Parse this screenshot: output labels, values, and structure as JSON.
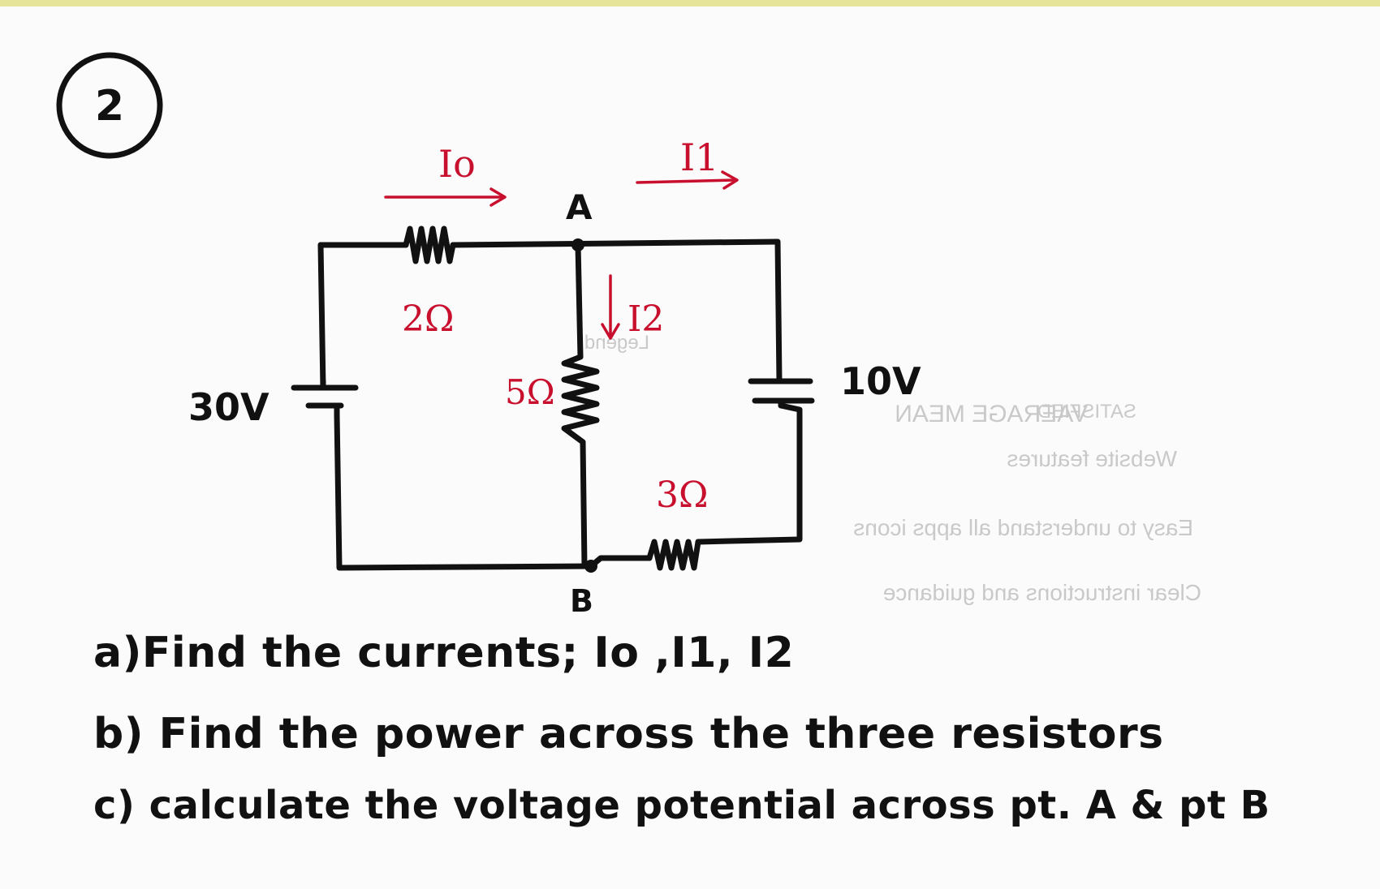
{
  "problem_number": "2",
  "circuit": {
    "node_a": "A",
    "node_b": "B",
    "source_left": "30V",
    "source_right": "10V",
    "resistor_top": "2Ω",
    "resistor_middle": "5Ω",
    "resistor_bottom": "3Ω",
    "current_0": "Io",
    "current_1": "I1",
    "current_2": "I2"
  },
  "questions": [
    "a)Find the currents; Io ,I1, I2",
    "b) Find the power across the three resistors",
    "c) calculate the voltage potential across pt. A & pt B"
  ],
  "colors": {
    "ink": "#111111",
    "annotation": "#c8102e",
    "paper": "#fbfbfb"
  }
}
